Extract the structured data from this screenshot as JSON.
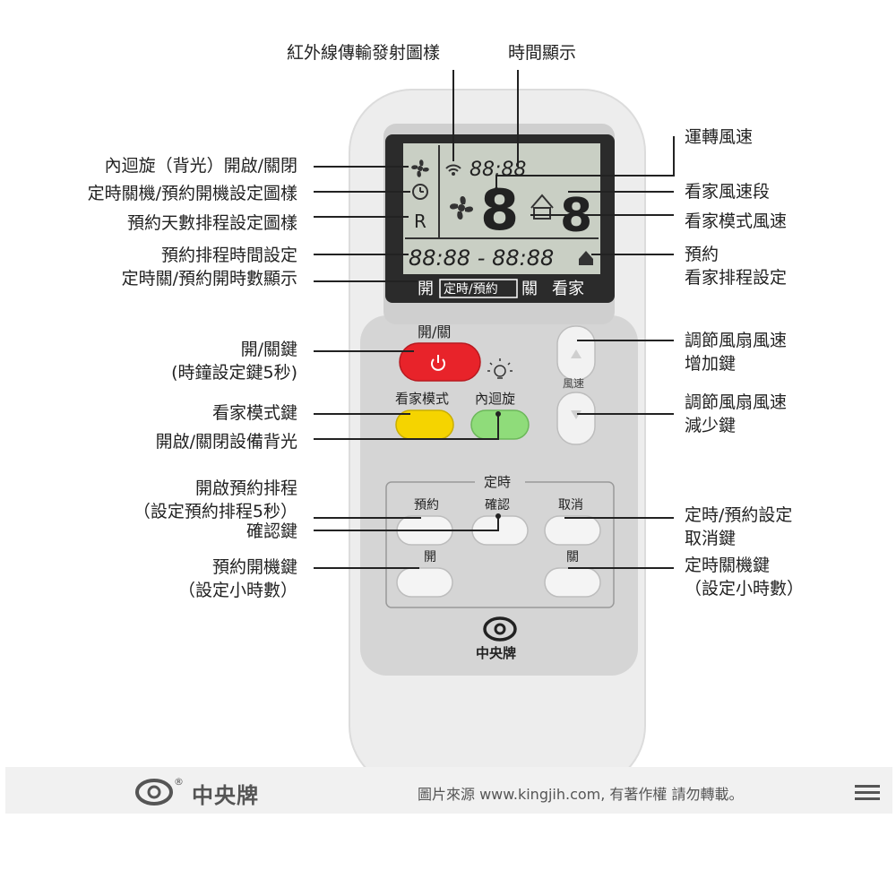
{
  "top_labels": {
    "ir_icon": "紅外線傳輸發射圖樣",
    "time_display": "時間顯示"
  },
  "left_labels": {
    "inner_swirl_backlight": "內迴旋（背光）開啟/關閉",
    "timer_off_icon": "定時關機/預約開機設定圖樣",
    "reserve_days_icon": "預約天數排程設定圖樣",
    "reserve_time_setting": "預約排程時間設定",
    "timer_hours_display": "定時關/預約開時數顯示",
    "power_key_line1": "開/關鍵",
    "power_key_line2": "(時鐘設定鍵5秒)",
    "home_mode_key": "看家模式鍵",
    "backlight_toggle": "開啟/關閉設備背光",
    "open_schedule_line1": "開啟預約排程",
    "open_schedule_line2": "（設定預約排程5秒）",
    "confirm_key": "確認鍵",
    "reserve_on_key_line1": "預約開機鍵",
    "reserve_on_key_line2": "（設定小時數）"
  },
  "right_labels": {
    "fan_speed": "運轉風速",
    "home_fan_segment": "看家風速段",
    "home_mode_fan": "看家模式風速",
    "reserve_home_line1": "預約",
    "reserve_home_line2": "看家排程設定",
    "fan_up_line1": "調節風扇風速",
    "fan_up_line2": "增加鍵",
    "fan_down_line1": "調節風扇風速",
    "fan_down_line2": "減少鍵",
    "cancel_line1": "定時/預約設定",
    "cancel_line2": "取消鍵",
    "off_timer_line1": "定時關機鍵",
    "off_timer_line2": "（設定小時數）"
  },
  "remote": {
    "lcd": {
      "time": "88:88",
      "big_digit": "8",
      "small_digit": "8",
      "schedule_time": "88:88 - 88:88",
      "bottom_open": "開",
      "bottom_timer": "定時/預約",
      "bottom_close": "關",
      "bottom_home": "看家",
      "reserve_letter": "R"
    },
    "power_label": "開/關",
    "home_mode_label": "看家模式",
    "inner_swirl_label": "內迴旋",
    "fan_label": "風速",
    "timer_group_label": "定時",
    "reserve_label": "預約",
    "confirm_label": "確認",
    "cancel_label": "取消",
    "on_label": "開",
    "off_label": "關",
    "brand": "中央牌"
  },
  "footer": {
    "brand": "中央牌",
    "credit": "圖片來源 www.kingjih.com, 有著作權 請勿轉載。"
  },
  "colors": {
    "power_button": "#e8232a",
    "home_button": "#f5d400",
    "swirl_button": "#8fdc7a",
    "lcd_background": "#c9cfc4",
    "lcd_bezel": "#2b2b2b",
    "remote_body": "#ececec",
    "remote_panel": "#d6d6d6"
  },
  "icons": [
    "ir-signal-icon",
    "fan-icon",
    "clock-icon",
    "house-icon",
    "power-icon",
    "lightbulb-icon",
    "up-arrow-icon",
    "down-arrow-icon",
    "brand-logo-icon",
    "menu-icon"
  ]
}
